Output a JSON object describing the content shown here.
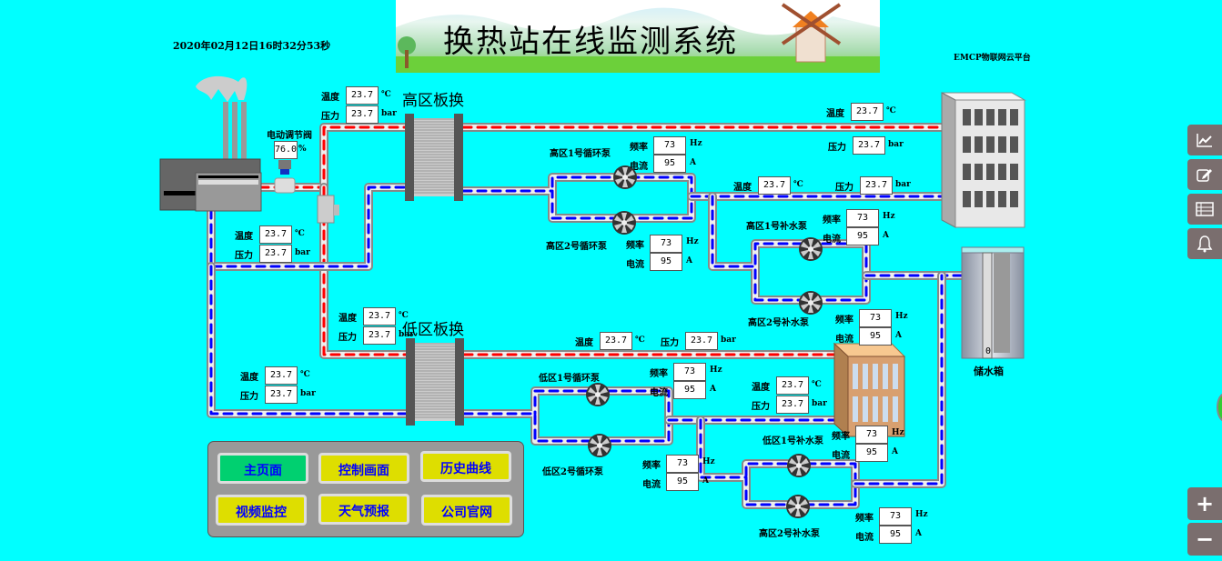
{
  "header": {
    "datetime": "2020年02月12日16时32分53秒",
    "title": "换热站在线监测系统",
    "platform": "EMCP物联网云平台"
  },
  "labels": {
    "temp": "温度",
    "pressure": "压力",
    "freq": "频率",
    "current": "电流",
    "unit_temp": "℃",
    "unit_pressure": "bar",
    "unit_freq": "Hz",
    "unit_current": "A",
    "unit_percent": "%"
  },
  "valve": {
    "label": "电动调节阀",
    "value": "76.0"
  },
  "exchangers": {
    "high": "高区板换",
    "low": "低区板换"
  },
  "sensors": {
    "high_in": {
      "temp": "23.7",
      "pressure": "23.7"
    },
    "boiler_return": {
      "temp": "23.7",
      "pressure": "23.7"
    },
    "high_supply": {
      "temp": "23.7",
      "pressure": "23.7"
    },
    "high_return": {
      "temp": "23.7",
      "pressure": "23.7"
    },
    "low_in": {
      "temp": "23.7",
      "pressure": "23.7"
    },
    "low_out": {
      "temp": "23.7",
      "pressure": "23.7"
    },
    "low_supply": {
      "temp": "23.7",
      "pressure": "23.7"
    },
    "low_return": {
      "temp": "23.7",
      "pressure": "23.7"
    }
  },
  "pumps": {
    "high_circ_1": {
      "name": "高区1号循环泵",
      "freq": "73",
      "current": "95"
    },
    "high_circ_2": {
      "name": "高区2号循环泵",
      "freq": "73",
      "current": "95"
    },
    "high_makeup_1": {
      "name": "高区1号补水泵",
      "freq": "73",
      "current": "95"
    },
    "high_makeup_2": {
      "name": "高区2号补水泵",
      "freq": "73",
      "current": "95"
    },
    "low_circ_1": {
      "name": "低区1号循环泵",
      "freq": "73",
      "current": "95"
    },
    "low_circ_2": {
      "name": "低区2号循环泵",
      "freq": "73",
      "current": "95"
    },
    "low_makeup_1": {
      "name": "低区1号补水泵",
      "freq": "73",
      "current": "95"
    },
    "low_makeup_2": {
      "name": "高区2号补水泵",
      "freq": "73",
      "current": "95"
    }
  },
  "tank": {
    "label": "储水箱",
    "level": "0"
  },
  "menu": {
    "items": [
      "主页面",
      "控制画面",
      "历史曲线",
      "视频监控",
      "天气预报",
      "公司官网"
    ],
    "active": 0
  },
  "side_toolbar": [
    "trend-chart",
    "edit",
    "table",
    "alarm-bell"
  ],
  "zoom_controls": {
    "plus": "+",
    "minus": "−"
  },
  "colors": {
    "background": "#00ffff",
    "hot_line": "#ff0000",
    "cold_line": "#0000ff",
    "active_button": "#00d070",
    "button": "#dede00",
    "button_text": "#0000ff"
  }
}
